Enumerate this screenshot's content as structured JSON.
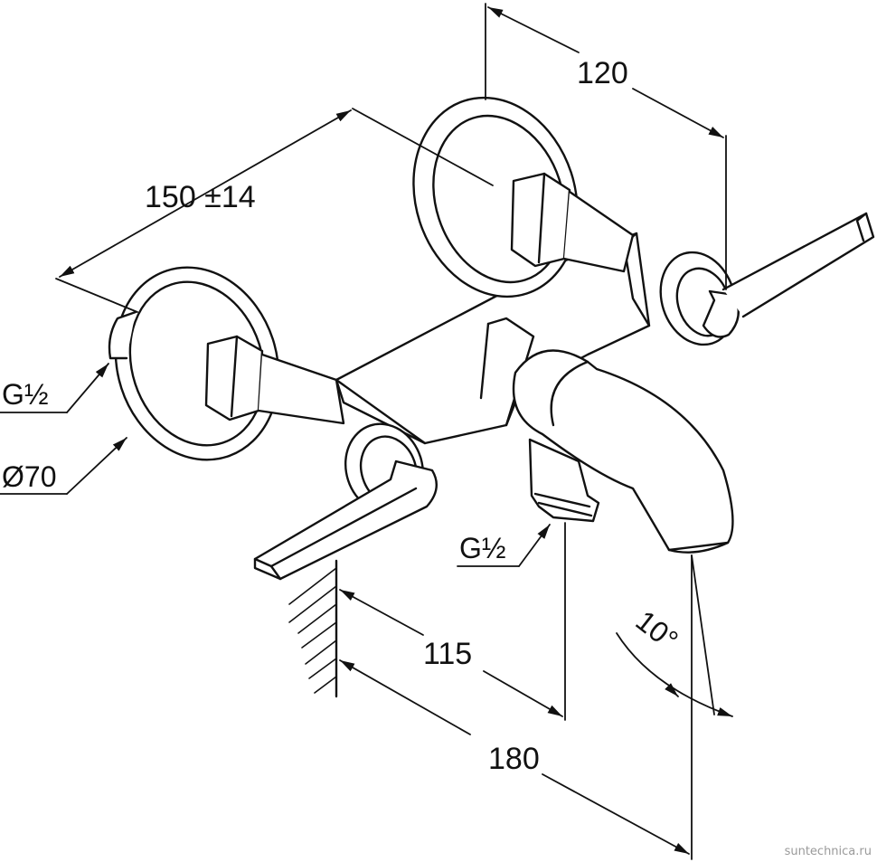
{
  "drawing": {
    "dimensions": {
      "center_distance": "150 ±14",
      "depth_right": "120",
      "spout_projection": "115",
      "overall_projection": "180",
      "spout_angle": "10°"
    },
    "labels": {
      "inlet_thread": "G½",
      "flange_diameter": "Ø70",
      "outlet_thread": "G½"
    },
    "colors": {
      "line": "#111111",
      "background": "#ffffff"
    }
  },
  "watermark": "suntechnica.ru"
}
